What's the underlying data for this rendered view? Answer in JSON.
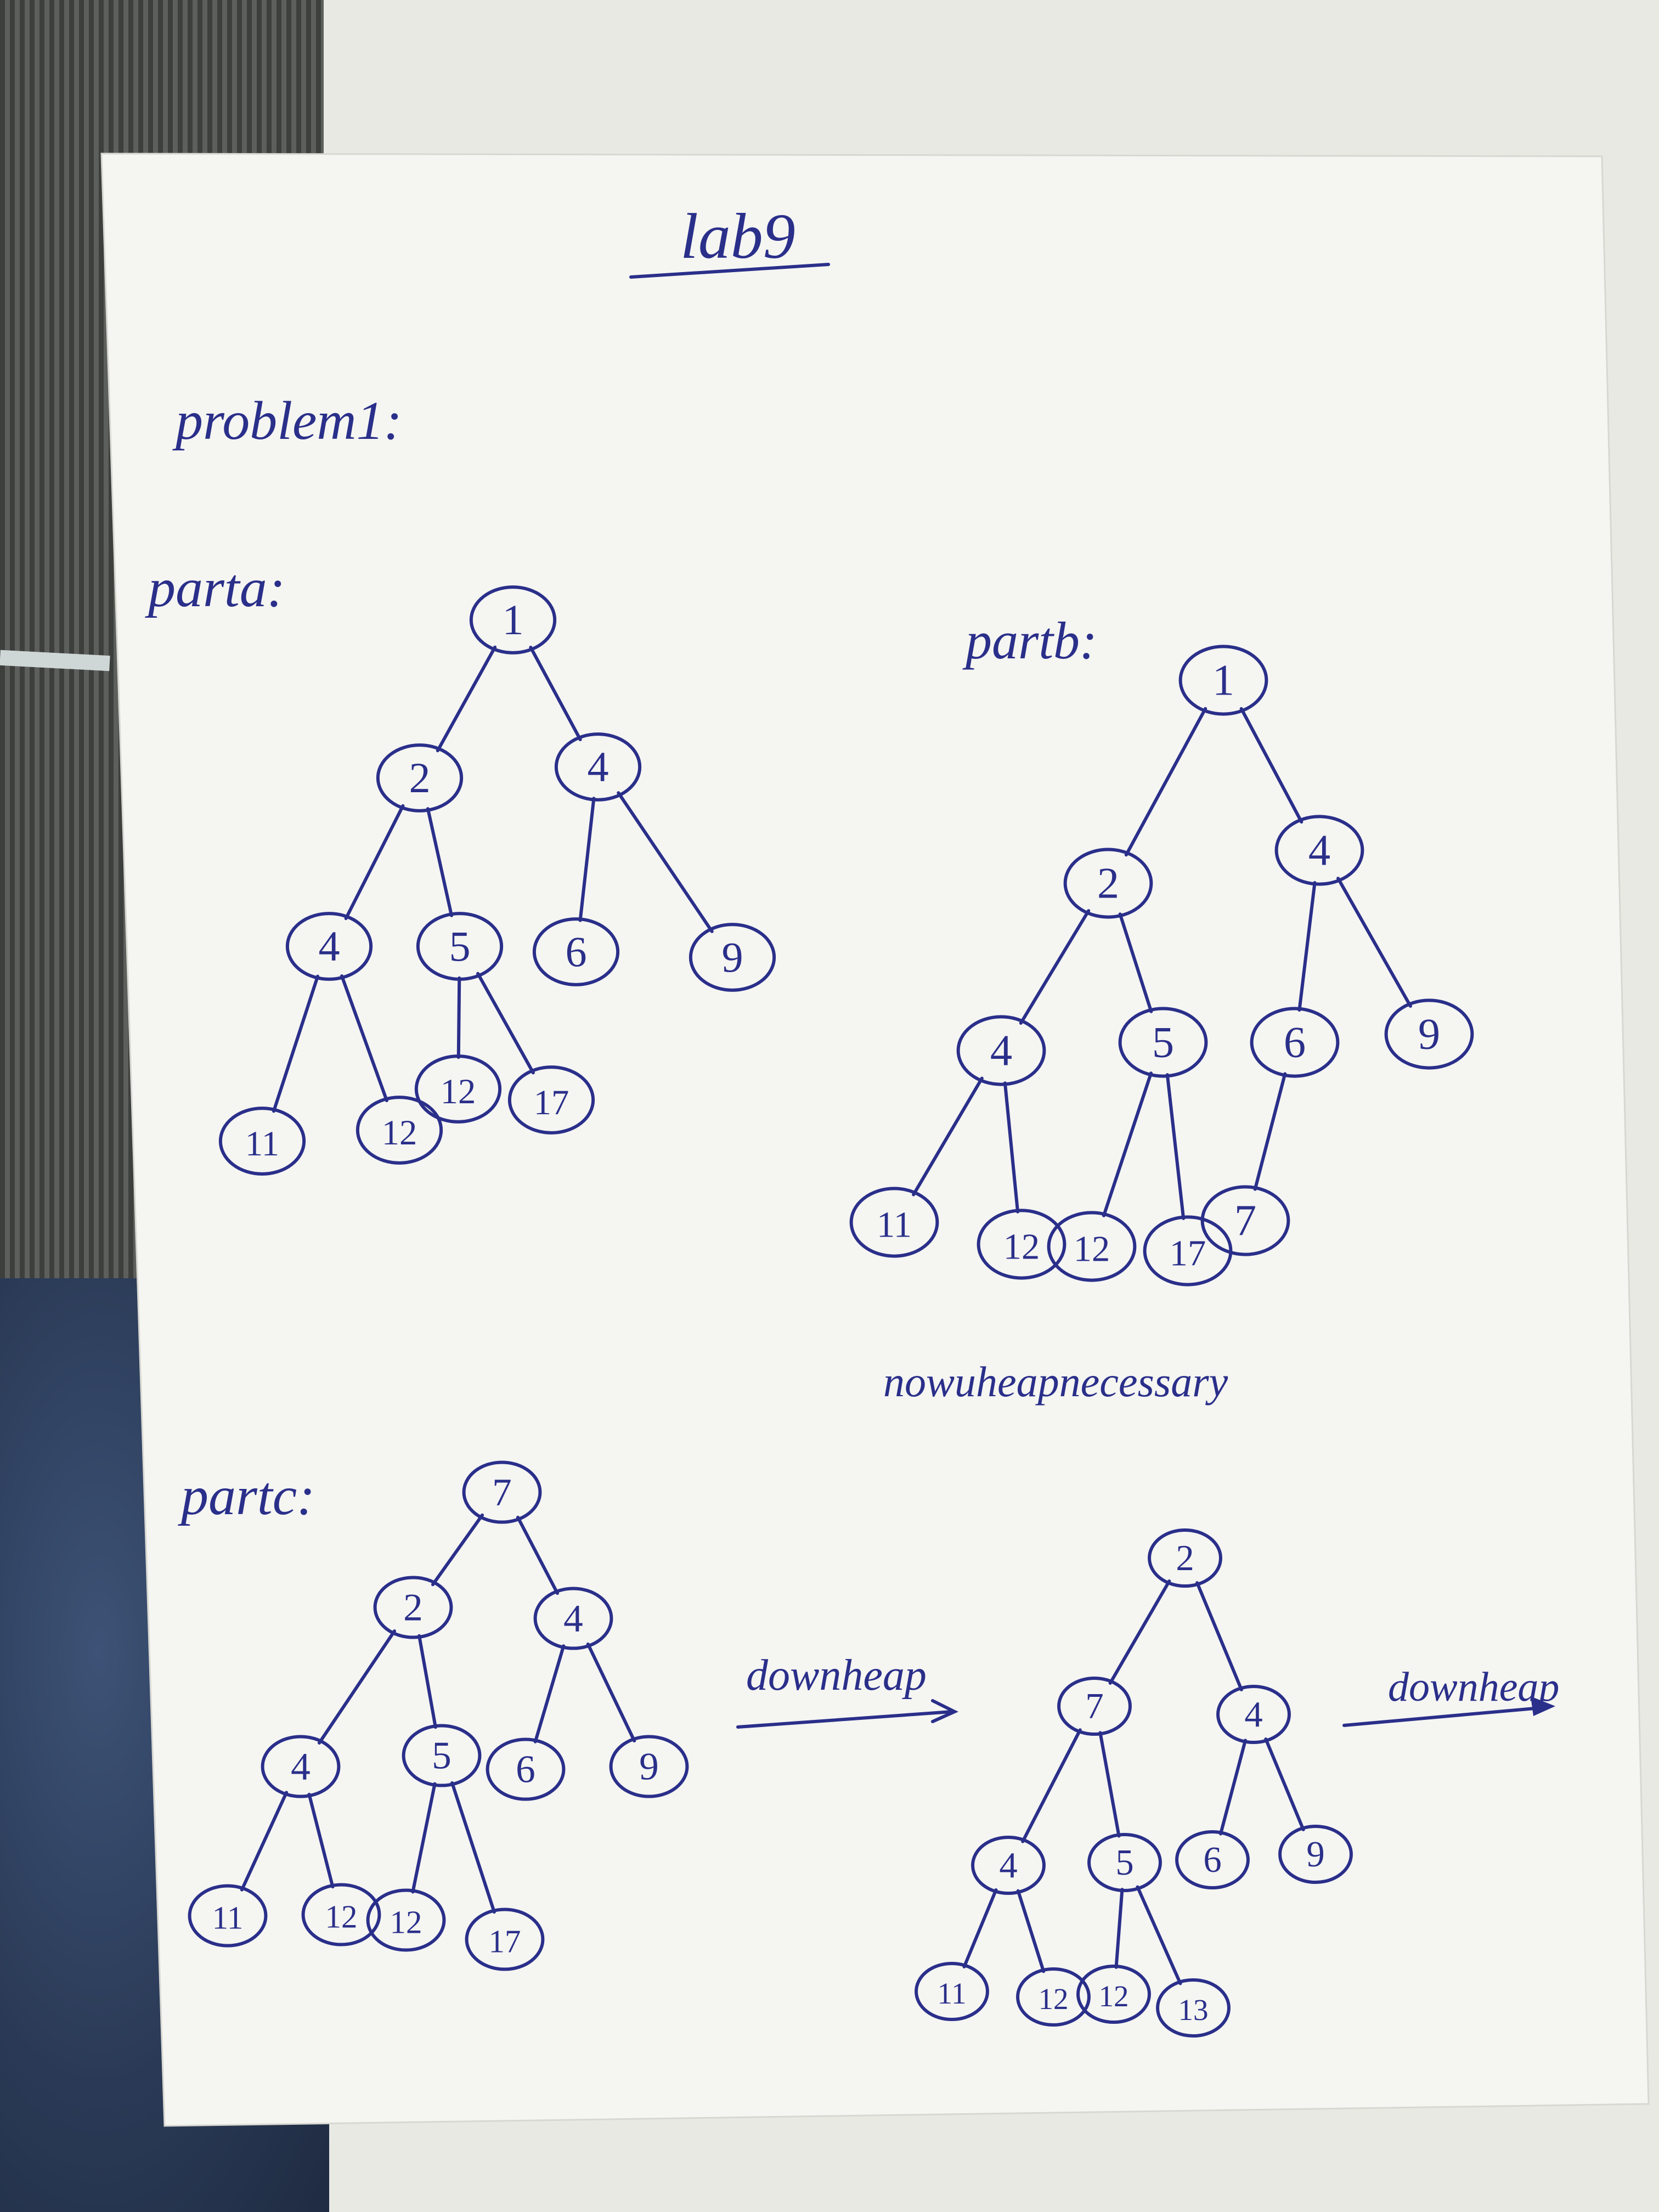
{
  "title": "lab9",
  "headings": {
    "problem": "problem1:",
    "part_a": "parta:",
    "part_b": "partb:",
    "part_c": "partc:"
  },
  "notes": {
    "no_upheap": "nowuheapnecessary",
    "downheap_1": "downheap",
    "downheap_2": "downheap"
  },
  "colors": {
    "ink": "#2a2f8a",
    "paper": "#f6f6f3"
  },
  "trees": [
    {
      "id": "part-a",
      "nodes": [
        "1",
        "2",
        "4",
        "4",
        "5",
        "6",
        "9",
        "11",
        "12",
        "12",
        "17"
      ]
    },
    {
      "id": "part-b",
      "nodes": [
        "1",
        "2",
        "4",
        "4",
        "5",
        "6",
        "9",
        "11",
        "12",
        "12",
        "17",
        "7"
      ]
    },
    {
      "id": "part-c-1",
      "nodes": [
        "7",
        "2",
        "4",
        "4",
        "5",
        "6",
        "9",
        "11",
        "12",
        "12",
        "17"
      ]
    },
    {
      "id": "part-c-2",
      "nodes": [
        "2",
        "7",
        "4",
        "4",
        "5",
        "6",
        "9",
        "11",
        "12",
        "12",
        "13"
      ]
    }
  ]
}
